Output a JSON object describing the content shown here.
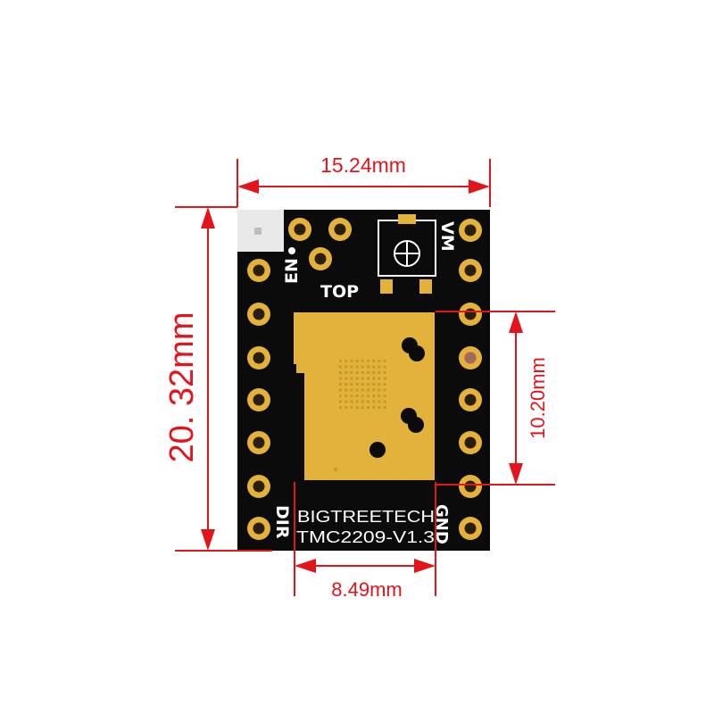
{
  "colors": {
    "dimension": "#e3141b",
    "pcb": "#0b0b0b",
    "gold": "#e2b23a",
    "silkscreen": "#ffffff"
  },
  "dimensions": {
    "width": "15.24mm",
    "height": "20. 32mm",
    "chip_height": "10.20mm",
    "chip_width": "8.49mm"
  },
  "board_labels": {
    "en": "EN",
    "top": "TOP",
    "vm": "VM",
    "dir": "DIR",
    "gnd": "GND",
    "brand": "BIGTREETECH",
    "model": "TMC2209-V1.3"
  }
}
